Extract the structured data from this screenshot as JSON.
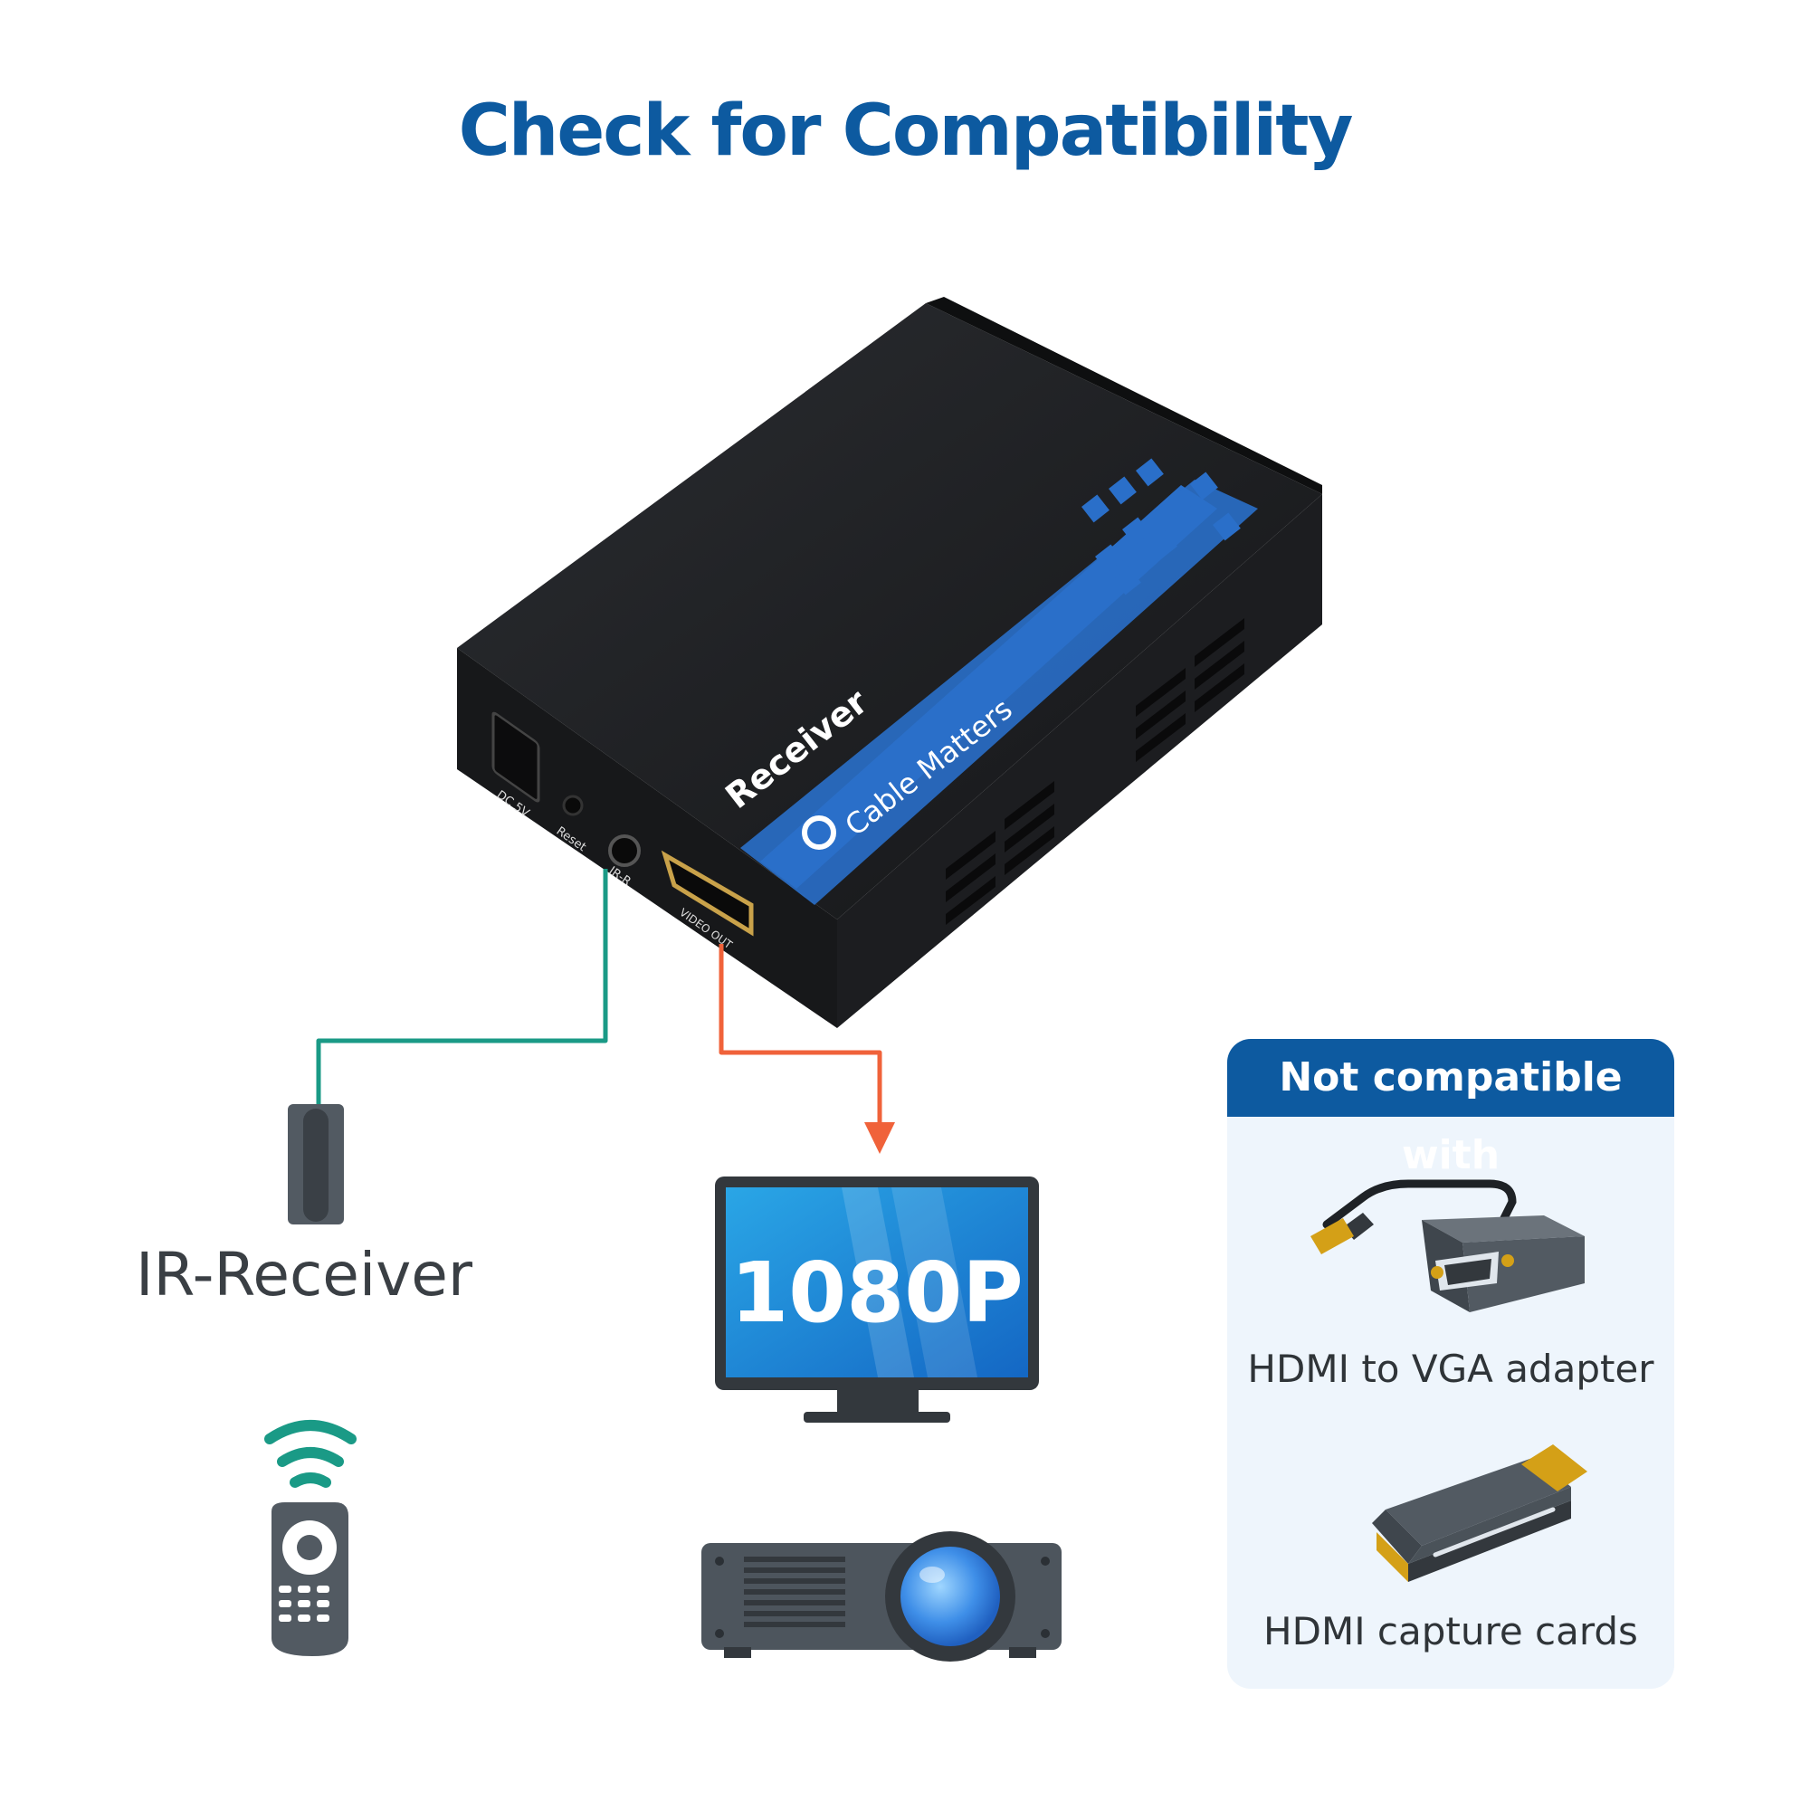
{
  "title": "Check for Compatibility",
  "device": {
    "name_label": "Receiver",
    "brand": "Cable Matters",
    "ports": {
      "dc": "DC 5V",
      "reset": "Reset",
      "ir": "IR-R",
      "video_out": "VIDEO OUT"
    }
  },
  "ir_receiver_label": "IR-Receiver",
  "monitor_text": "1080P",
  "incompatible": {
    "heading": "Not compatible with",
    "items": [
      {
        "label": "HDMI to VGA adapter",
        "icon": "hdmi-vga-adapter-icon"
      },
      {
        "label": "HDMI capture cards",
        "icon": "hdmi-capture-card-icon"
      }
    ]
  },
  "colors": {
    "title": "#0d5aa0",
    "ir_line": "#1a9a86",
    "video_line": "#f0623a",
    "panel_bg": "#eef5fc",
    "device_body": "#1f2124",
    "device_stripe": "#2a6fc9"
  }
}
